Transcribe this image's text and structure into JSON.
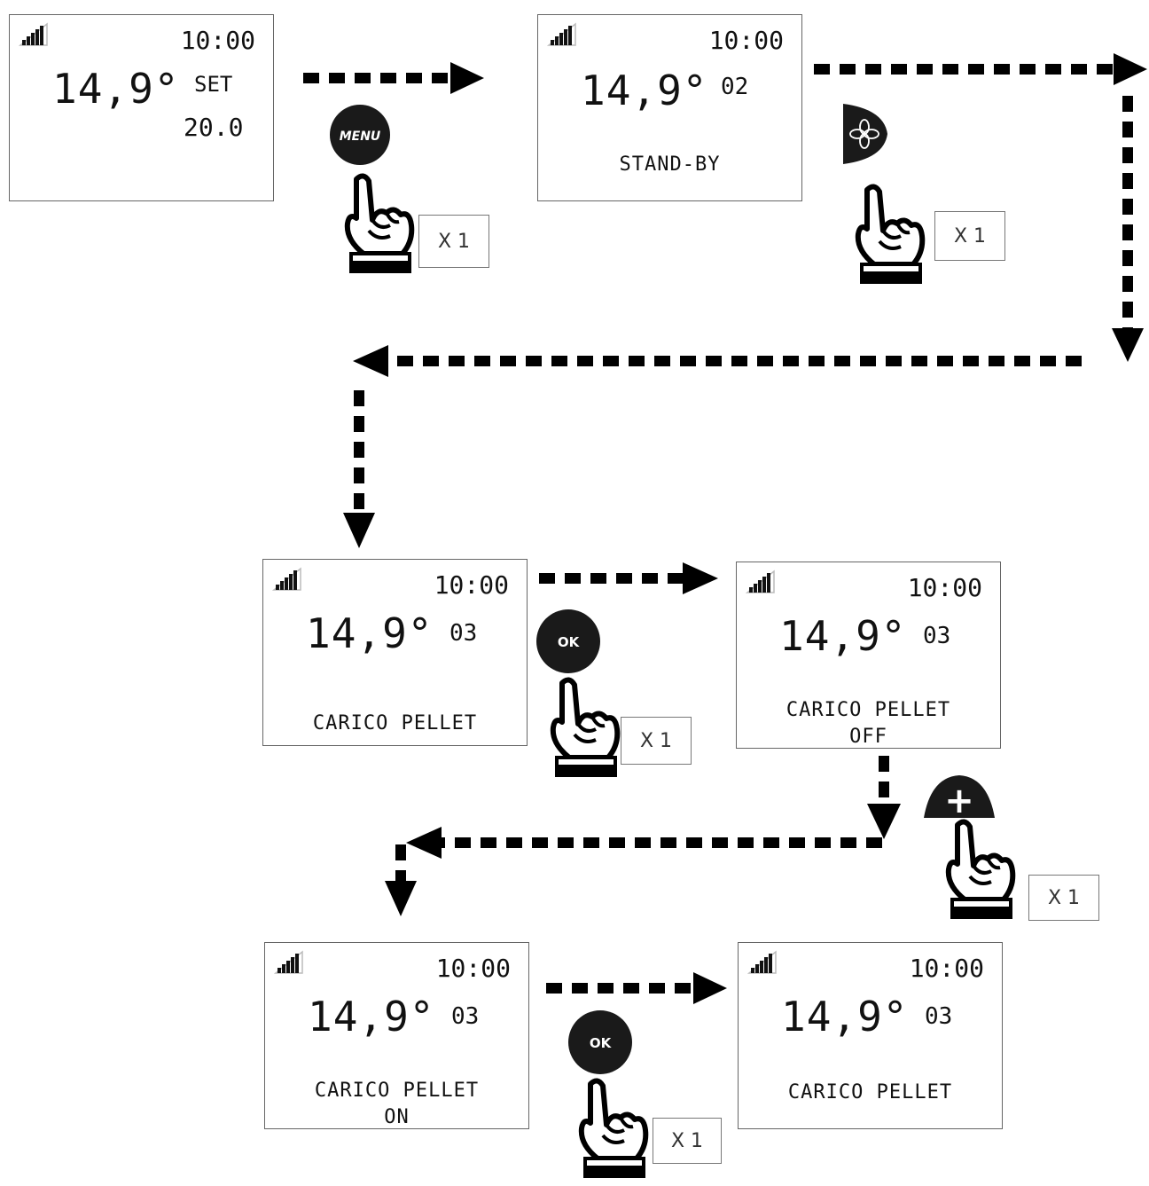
{
  "screens": [
    {
      "time": "10:00",
      "temp": "14,9°",
      "code": "SET",
      "value": "20.0",
      "line1": "",
      "line2": ""
    },
    {
      "time": "10:00",
      "temp": "14,9°",
      "code": "02",
      "value": "",
      "line1": "STAND-BY",
      "line2": ""
    },
    {
      "time": "10:00",
      "temp": "14,9°",
      "code": "03",
      "value": "",
      "line1": "CARICO PELLET",
      "line2": ""
    },
    {
      "time": "10:00",
      "temp": "14,9°",
      "code": "03",
      "value": "",
      "line1": "CARICO PELLET",
      "line2": "OFF"
    },
    {
      "time": "10:00",
      "temp": "14,9°",
      "code": "03",
      "value": "",
      "line1": "CARICO PELLET",
      "line2": "ON"
    },
    {
      "time": "10:00",
      "temp": "14,9°",
      "code": "03",
      "value": "",
      "line1": "CARICO PELLET",
      "line2": ""
    }
  ],
  "buttons": {
    "menu": "MENU",
    "fan": "fan-icon",
    "ok": "OK",
    "plus": "+"
  },
  "press_counts": [
    "X 1",
    "X 1",
    "X 1",
    "X 1",
    "X 1"
  ]
}
